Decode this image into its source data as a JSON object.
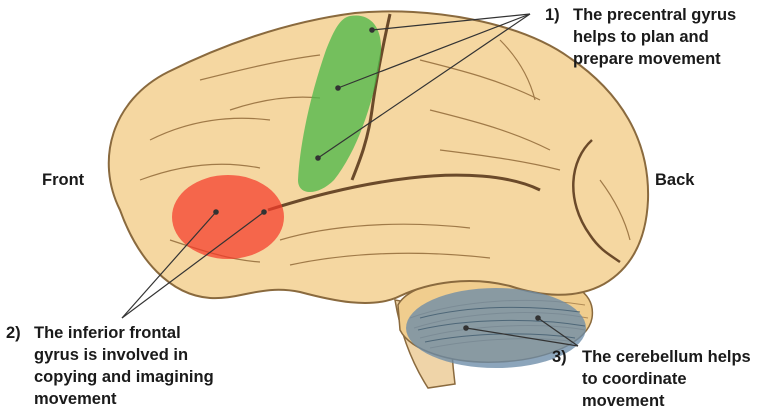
{
  "diagram": {
    "side_labels": {
      "front": "Front",
      "back": "Back"
    },
    "annotations": [
      {
        "number": "1)",
        "lines": [
          "The precentral gyrus",
          "helps to plan and",
          "prepare movement"
        ],
        "color": "#5fbf4f"
      },
      {
        "number": "2)",
        "lines": [
          "The inferior frontal",
          "gyrus is involved in",
          "copying and imagining",
          "movement"
        ],
        "color": "#f2553e"
      },
      {
        "number": "3)",
        "lines": [
          "The cerebellum helps",
          "to coordinate",
          "movement"
        ],
        "color": "#6e8ea6"
      }
    ],
    "colors": {
      "brain_fill": "#f5d7a1",
      "brain_outline": "#8a6a3e",
      "sulcus": "#6b4a2a",
      "pointer": "#333333"
    }
  }
}
